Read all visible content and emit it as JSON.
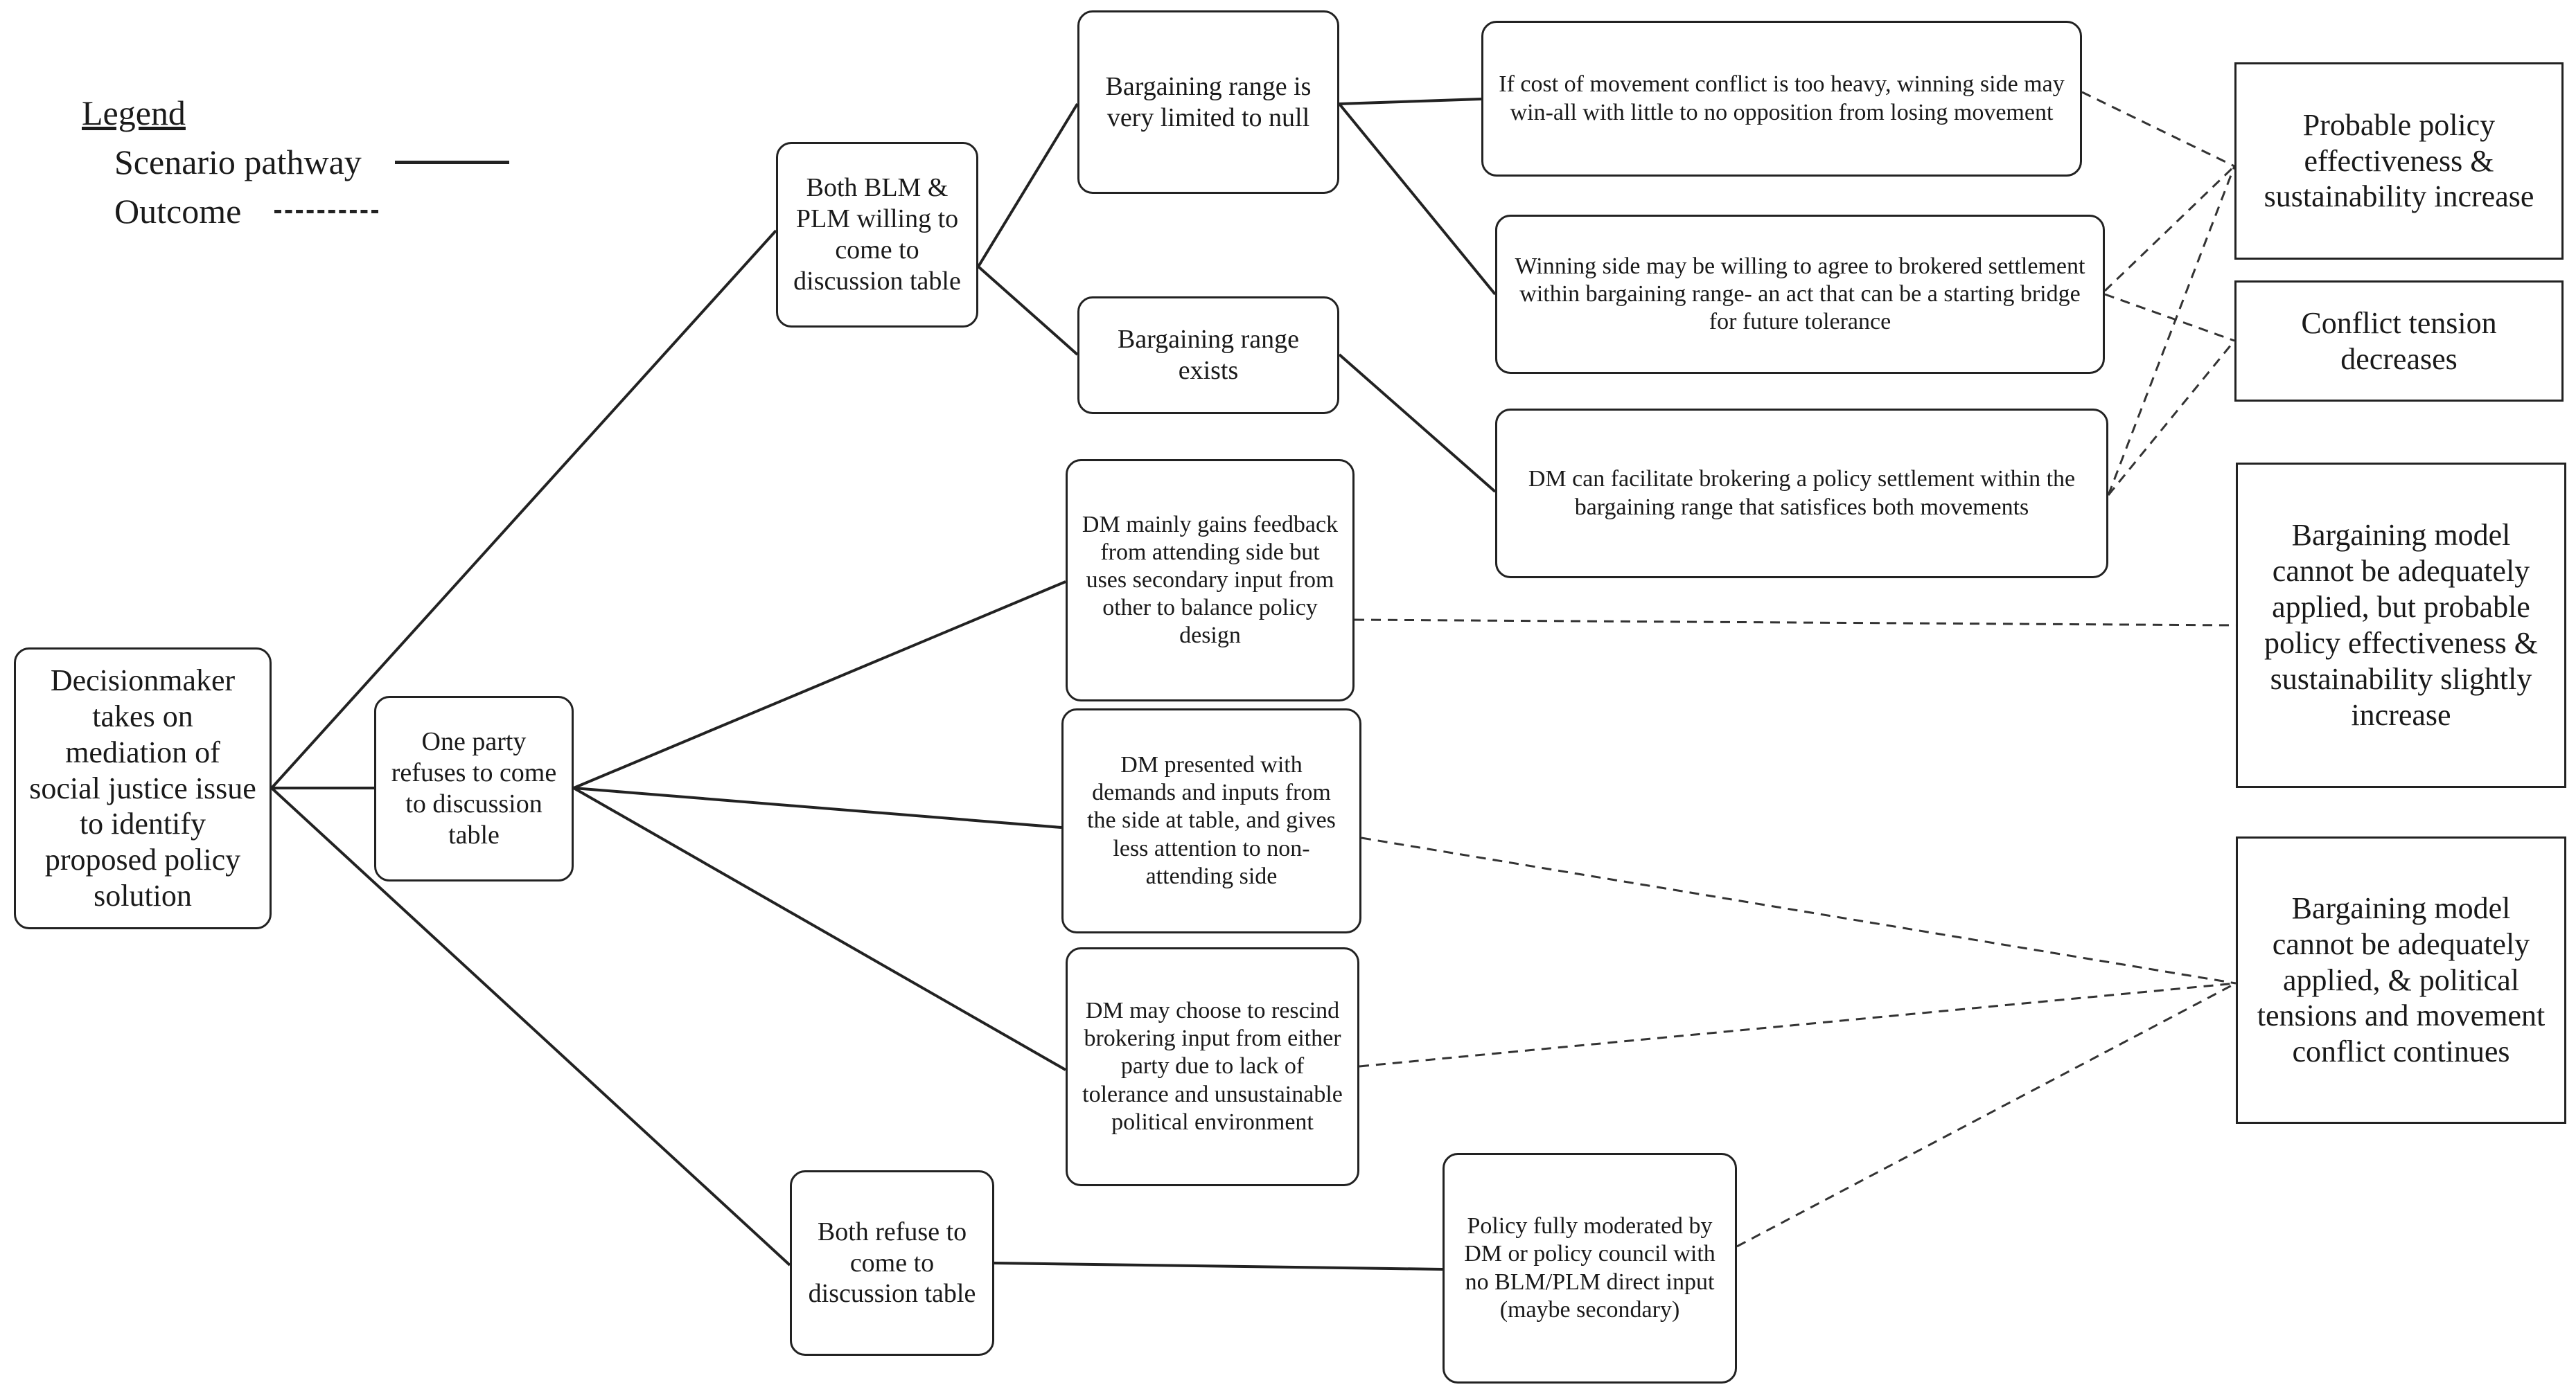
{
  "legend": {
    "title": "Legend",
    "scenario_label": "Scenario pathway",
    "outcome_label": "Outcome"
  },
  "nodes": {
    "root": "Decisionmaker takes on mediation of social justice issue to identify proposed policy solution",
    "both_willing": "Both BLM & PLM willing to come to discussion table",
    "one_refuses": "One party refuses to come to discussion table",
    "both_refuse": "Both refuse to come to discussion table",
    "range_limited": "Bargaining range is very limited to null",
    "range_exists": "Bargaining range exists",
    "cost_heavy": "If cost of movement conflict is too heavy, winning side may win-all with little to no opposition from losing movement",
    "winning_agree": "Winning side may be willing to agree to brokered settlement within bargaining range- an act that can be a starting bridge for future tolerance",
    "dm_facilitate": "DM can facilitate brokering a policy settlement within the bargaining range that satisfices both movements",
    "dm_feedback": "DM mainly gains feedback from attending side but uses secondary input from other to balance policy design",
    "dm_presented": "DM presented with demands and inputs from the side at table, and gives less attention to non-attending side",
    "dm_rescind": "DM may choose to rescind brokering input from either party due to lack of tolerance and unsustainable political environment",
    "policy_moderated": "Policy fully moderated by DM or policy council with no BLM/PLM direct input (maybe secondary)"
  },
  "outcomes": {
    "effectiveness": "Probable policy effectiveness & sustainability increase",
    "tension_decreases": "Conflict tension decreases",
    "slight_increase": "Bargaining model cannot be adequately applied, but probable policy effectiveness & sustainability slightly increase",
    "conflict_continues": "Bargaining model cannot be adequately applied, & political tensions and movement conflict continues"
  }
}
